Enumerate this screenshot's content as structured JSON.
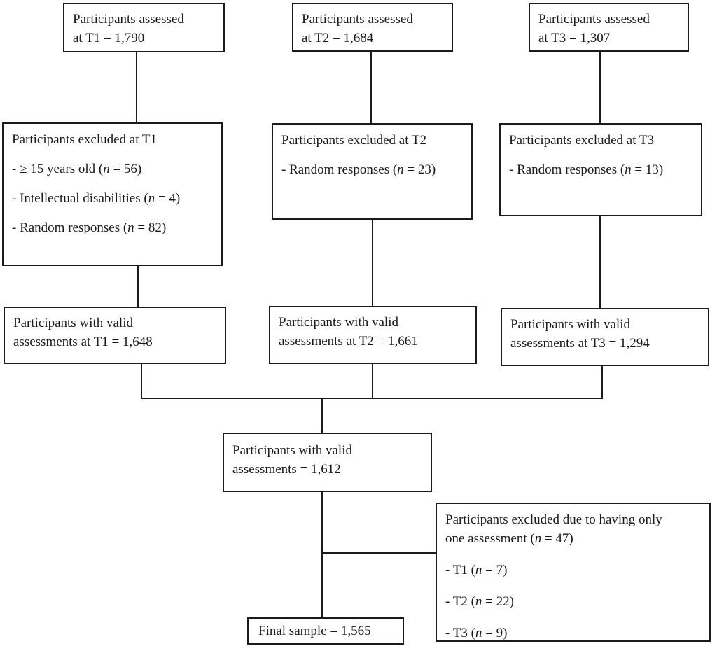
{
  "colors": {
    "background": "#ffffff",
    "line": "#1b1b1b",
    "text": "#1a1a1a"
  },
  "assessed": {
    "t1": {
      "line1": "Participants assessed",
      "line2": "at T1 = 1,790"
    },
    "t2": {
      "line1": "Participants assessed",
      "line2": "at T2 = 1,684"
    },
    "t3": {
      "line1": "Participants assessed",
      "line2": "at T3 = 1,307"
    }
  },
  "excluded": {
    "t1": {
      "title": "Participants excluded at T1",
      "items": [
        {
          "pre": "- ≥ 15 years old (",
          "var": "n",
          "post": " = 56)"
        },
        {
          "pre": "- Intellectual disabilities (",
          "var": "n",
          "post": " = 4)"
        },
        {
          "pre": "- Random responses (",
          "var": "n",
          "post": " = 82)"
        }
      ]
    },
    "t2": {
      "title": "Participants excluded at T2",
      "items": [
        {
          "pre": "- Random responses (",
          "var": "n",
          "post": " = 23)"
        }
      ]
    },
    "t3": {
      "title": "Participants excluded at T3",
      "items": [
        {
          "pre": "- Random responses (",
          "var": "n",
          "post": " = 13)"
        }
      ]
    }
  },
  "valid": {
    "t1": {
      "line1": "Participants with valid",
      "line2": "assessments at T1 = 1,648"
    },
    "t2": {
      "line1": "Participants with valid",
      "line2": "assessments at T2 = 1,661"
    },
    "t3": {
      "line1": "Participants with valid",
      "line2": "assessments at T3 = 1,294"
    }
  },
  "merged": {
    "line1": "Participants with valid",
    "line2": "assessments = 1,612"
  },
  "single_assessment": {
    "title_line1": "Participants excluded due to having only",
    "title_line2_pre": "one assessment (",
    "title_line2_var": "n",
    "title_line2_post": " = 47)",
    "items": [
      {
        "pre": "- T1 (",
        "var": "n",
        "post": " = 7)"
      },
      {
        "pre": "- T2 (",
        "var": "n",
        "post": " = 22)"
      },
      {
        "pre": "- T3 (",
        "var": "n",
        "post": " = 9)"
      }
    ]
  },
  "final": {
    "label": "Final sample = 1,565"
  }
}
